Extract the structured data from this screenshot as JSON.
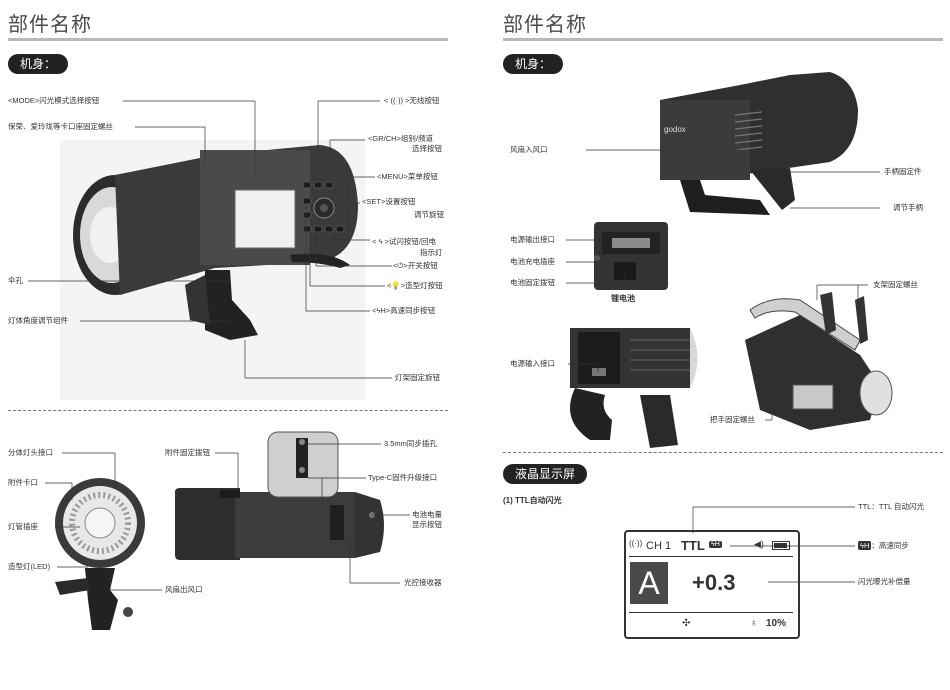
{
  "left": {
    "title": "部件名称",
    "section": "机身：",
    "labels": {
      "mode": "<MODE>闪光模式选择按钮",
      "mount": "保荣、爱玲珑等卡口座固定螺丝",
      "umbrella": "伞孔",
      "angle": "灯体角度调节组件",
      "wireless": "< ((·)) >无线按钮",
      "grch": "<GR/CH>组别/频道",
      "grch2": "选择按钮",
      "menu": "<MENU>菜单按钮",
      "set": "<SET>设置按钮",
      "dial": "调节旋钮",
      "test": "< ϟ >试闪按钮/回电",
      "test2": "指示灯",
      "power": "<⏻>开关按钮",
      "model": "<💡>造型灯按钮",
      "hss": "<ϟH>高速同步按钮",
      "stand": "灯架固定旋钮",
      "split": "分体灯头接口",
      "clip": "附件卡口",
      "socket": "灯管插座",
      "led": "造型灯(LED)",
      "fanout": "风扇出风口",
      "acclock": "附件固定拨钮",
      "sync": "3.5mm同步插孔",
      "typec": "Type-C固件升级接口",
      "battery": "电池电量",
      "battery2": "显示按钮",
      "optical": "光控接收器"
    }
  },
  "right": {
    "title": "部件名称",
    "section": "机身：",
    "brand": "godox",
    "labels": {
      "fanin": "风扇入风口",
      "handlefix": "手柄固定件",
      "handle": "调节手柄",
      "powerout": "电源输出接口",
      "charge": "电池充电插座",
      "batlock": "电池固定拨钮",
      "battery": "锂电池",
      "powerin": "电源输入接口",
      "bracket": "支架固定螺丝",
      "grip": "把手固定螺丝"
    },
    "lcd_section": "液晶显示屏",
    "mode_caption": "(1) TTL自动闪光",
    "lcd": {
      "ch": "CH 1",
      "mode": "TTL",
      "hss_badge": "ϟH",
      "big_letter": "A",
      "comp": "+0.3",
      "percent": "10%"
    },
    "lcd_labels": {
      "ttl": "TTL：TTL 自动闪光",
      "hss": "：高速同步",
      "fec": "闪光曝光补偿量"
    }
  }
}
